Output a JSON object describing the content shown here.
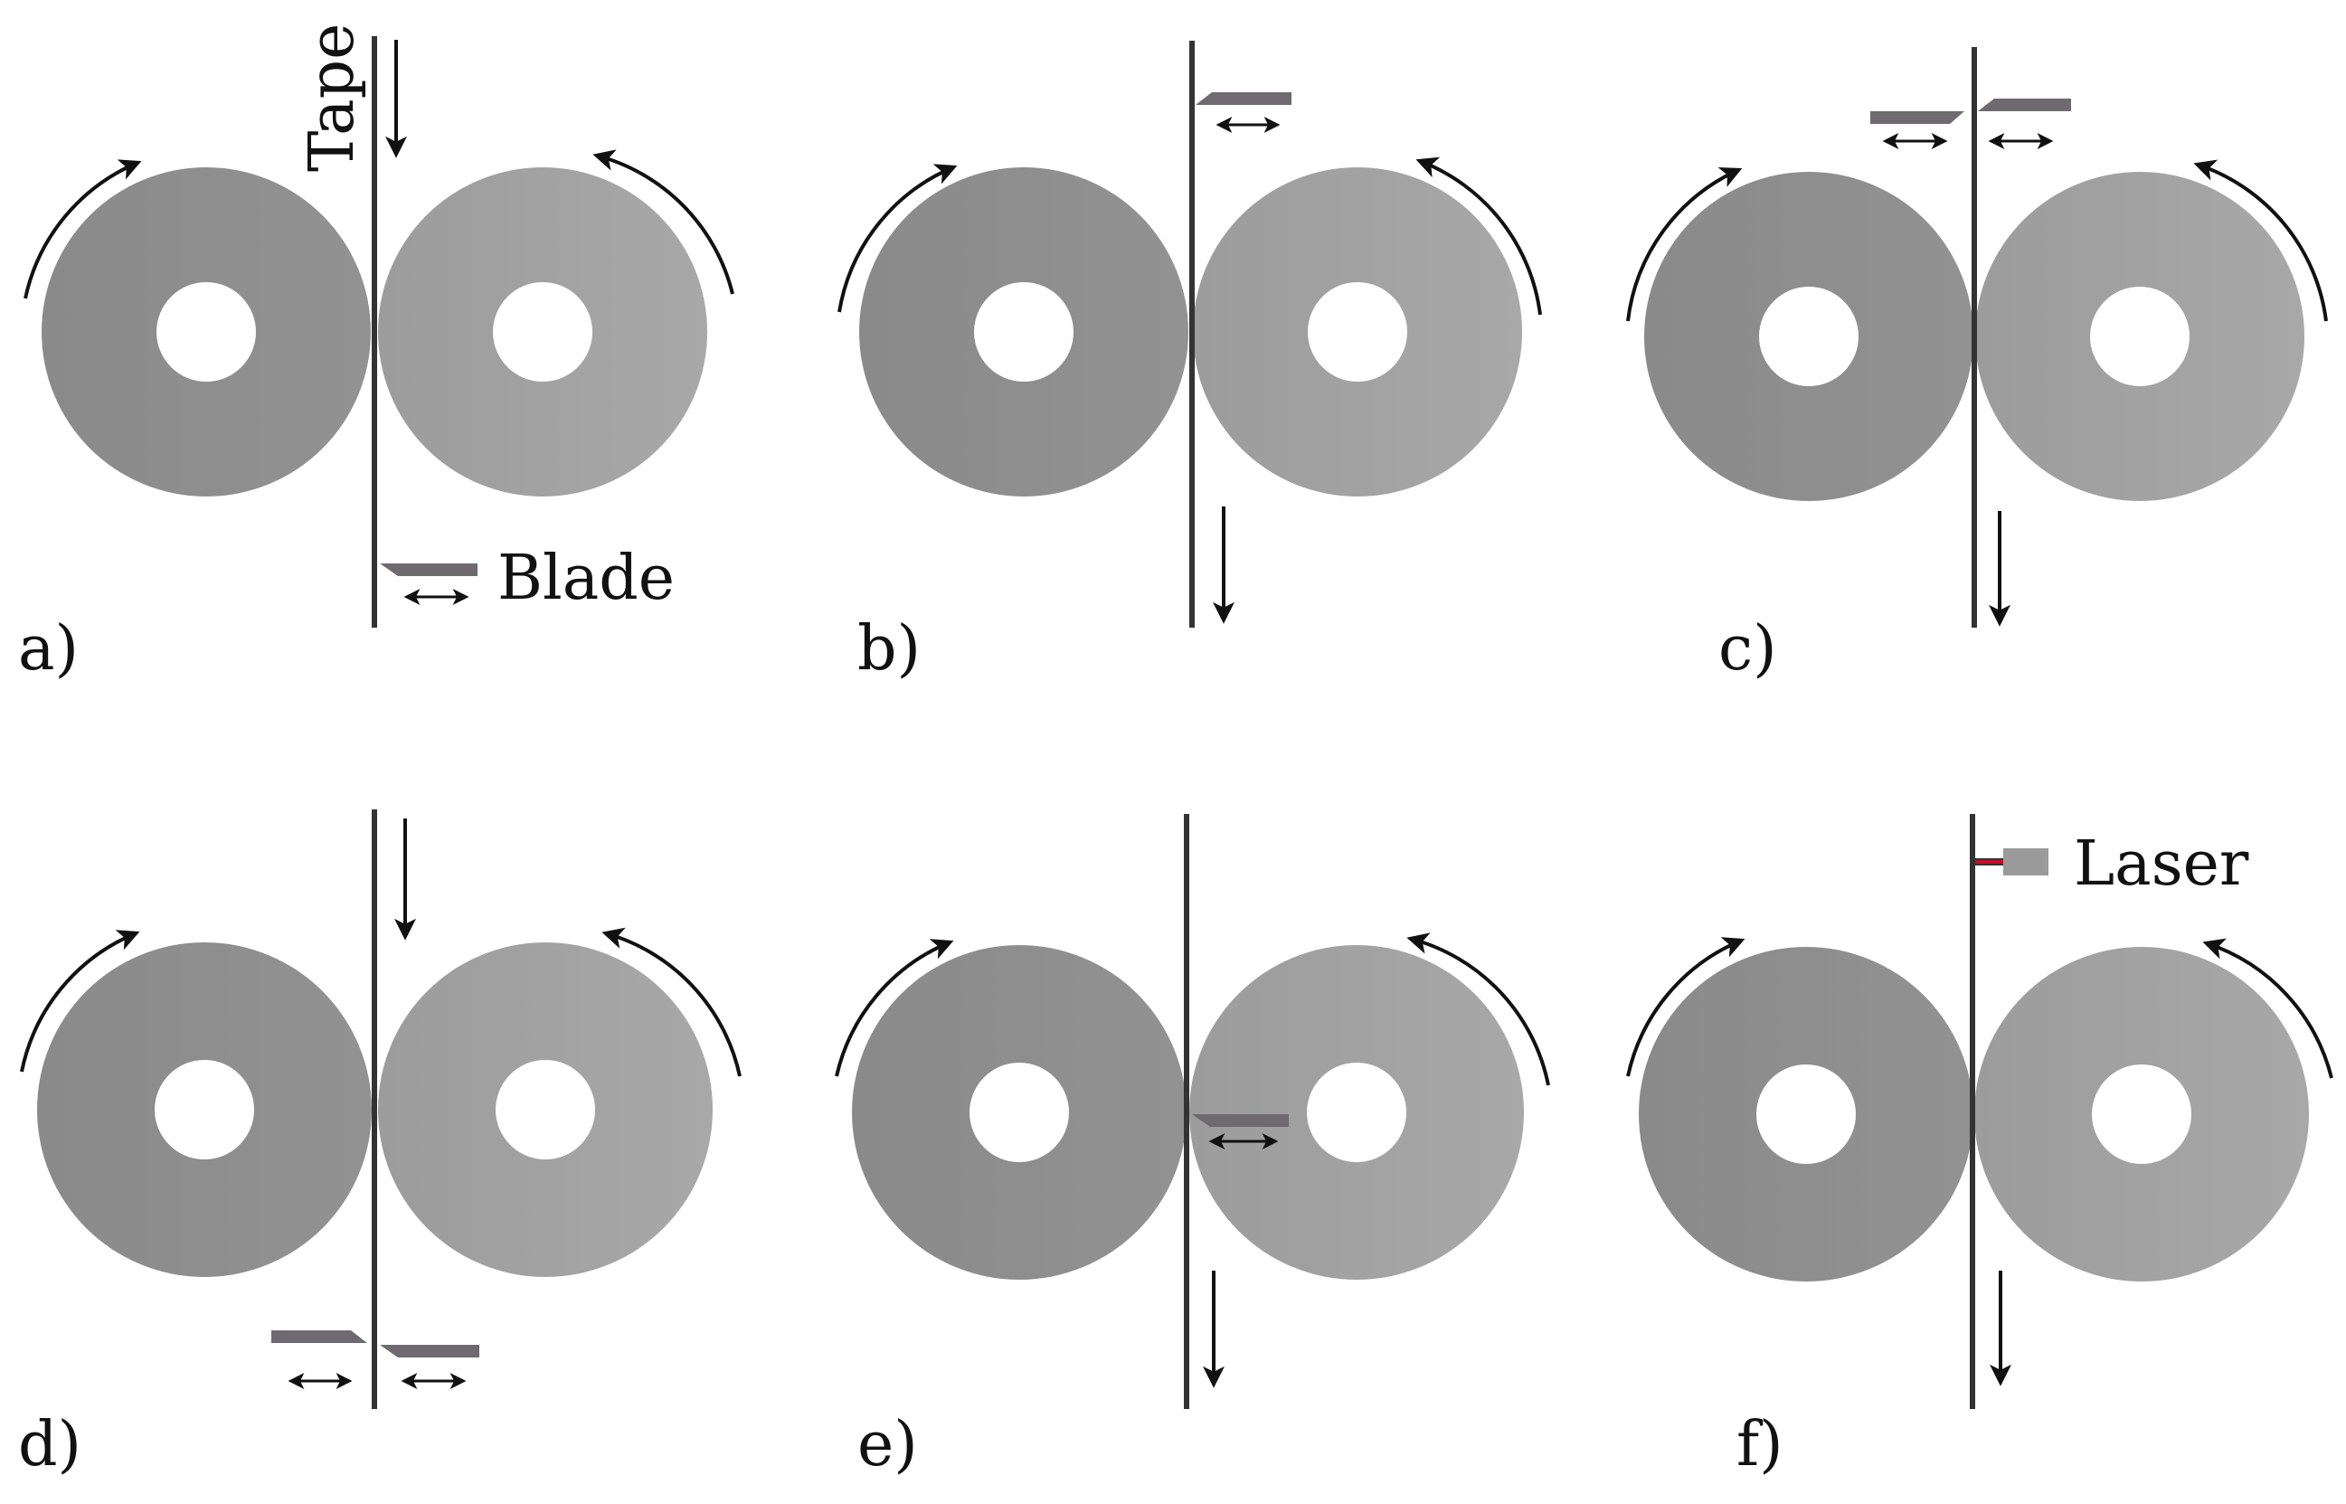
{
  "colors": {
    "roller_left": "#8d8d8d",
    "roller_right": "#a6a6a6",
    "tape": "#333333",
    "blade": "#6e6a70",
    "laser_body": "#9a9a9a",
    "laser_beam": "#c0102a"
  },
  "labels": {
    "tape": "Tape",
    "blade": "Blade",
    "laser": "Laser"
  },
  "panels": [
    {
      "label": "a)",
      "tape_arrow": "above",
      "blades": [
        "right-bottom"
      ],
      "laser": false
    },
    {
      "label": "b)",
      "tape_arrow": "below",
      "blades": [
        "right-top"
      ],
      "laser": false
    },
    {
      "label": "c)",
      "tape_arrow": "below",
      "blades": [
        "left-top",
        "right-top"
      ],
      "laser": false
    },
    {
      "label": "d)",
      "tape_arrow": "above",
      "blades": [
        "left-bottom",
        "right-bottom"
      ],
      "laser": false
    },
    {
      "label": "e)",
      "tape_arrow": "below",
      "blades": [
        "right-middle"
      ],
      "laser": false
    },
    {
      "label": "f)",
      "tape_arrow": "below",
      "blades": [],
      "laser": true
    }
  ]
}
